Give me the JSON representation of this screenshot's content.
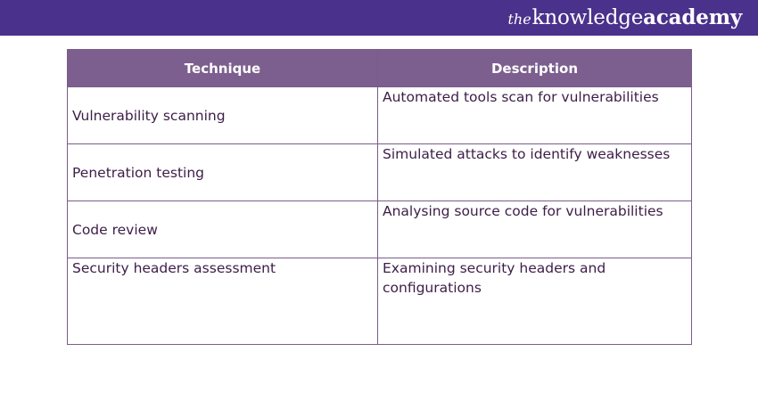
{
  "brand": {
    "the": "the",
    "knowledge": "knowledge",
    "academy": "academy"
  },
  "colors": {
    "top_bar": "#4a318c",
    "header_fill": "#7c5f8e",
    "border": "#7a5c8c",
    "cell_text": "#3d1d47"
  },
  "table": {
    "headers": [
      "Technique",
      "Description"
    ],
    "rows": [
      {
        "technique": "Vulnerability scanning",
        "description": "Automated tools scan for vulnerabilities"
      },
      {
        "technique": "Penetration testing",
        "description": "Simulated attacks to identify weaknesses"
      },
      {
        "technique": "Code review",
        "description": "Analysing source code for vulnerabilities"
      },
      {
        "technique": "Security headers assessment",
        "description": "Examining security headers and configurations"
      }
    ]
  }
}
